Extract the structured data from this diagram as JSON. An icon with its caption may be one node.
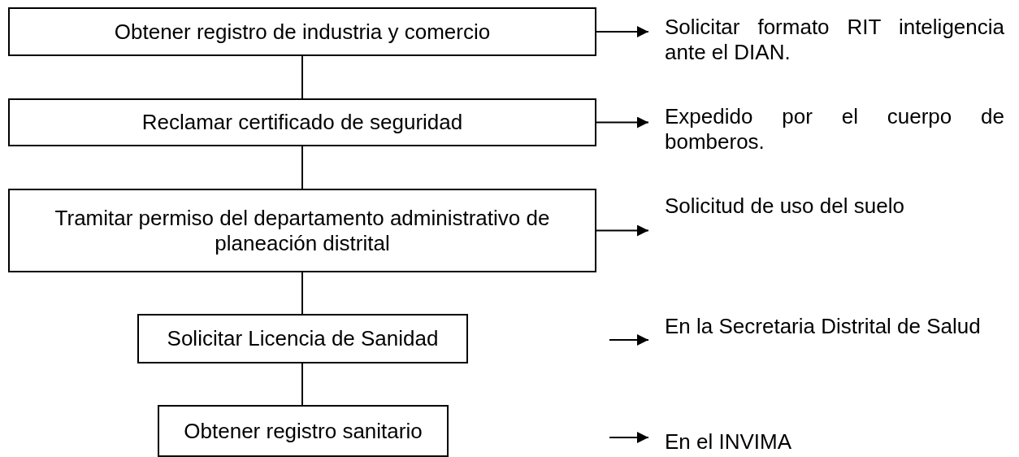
{
  "diagram": {
    "nodes": [
      {
        "text": [
          "Obtener registro de industria y comercio"
        ]
      },
      {
        "text": [
          "Solicitar formato RIT inteligencia ante el DIAN."
        ]
      },
      {
        "text": [
          "Reclamar certificado de seguridad"
        ]
      },
      {
        "text": [
          "Expedido por el cuerpo de bomberos."
        ]
      },
      {
        "text": [
          "Tramitar permiso del departamento administrativo de planeación distrital"
        ]
      },
      {
        "text": [
          "Solicitud de uso del suelo"
        ]
      },
      {
        "text": [
          "Solicitar Licencia de Sanidad"
        ]
      },
      {
        "text": [
          "En la Secretaria Distrital de Salud"
        ]
      },
      {
        "text": [
          "Obtener registro sanitario"
        ]
      },
      {
        "text": [
          "En el INVIMA"
        ]
      }
    ],
    "edges": [
      {
        "from": 0,
        "to": 2,
        "arrow": "none"
      },
      {
        "from": 2,
        "to": 4,
        "arrow": "none"
      },
      {
        "from": 4,
        "to": 6,
        "arrow": "none"
      },
      {
        "from": 6,
        "to": 8,
        "arrow": "none"
      },
      {
        "from": 0,
        "to": 1,
        "arrow": "to"
      },
      {
        "from": 2,
        "to": 3,
        "arrow": "to"
      },
      {
        "from": 4,
        "to": 5,
        "arrow": "to"
      },
      {
        "from": null,
        "to": 7,
        "arrow": "to"
      },
      {
        "from": null,
        "to": 9,
        "arrow": "to"
      }
    ]
  }
}
